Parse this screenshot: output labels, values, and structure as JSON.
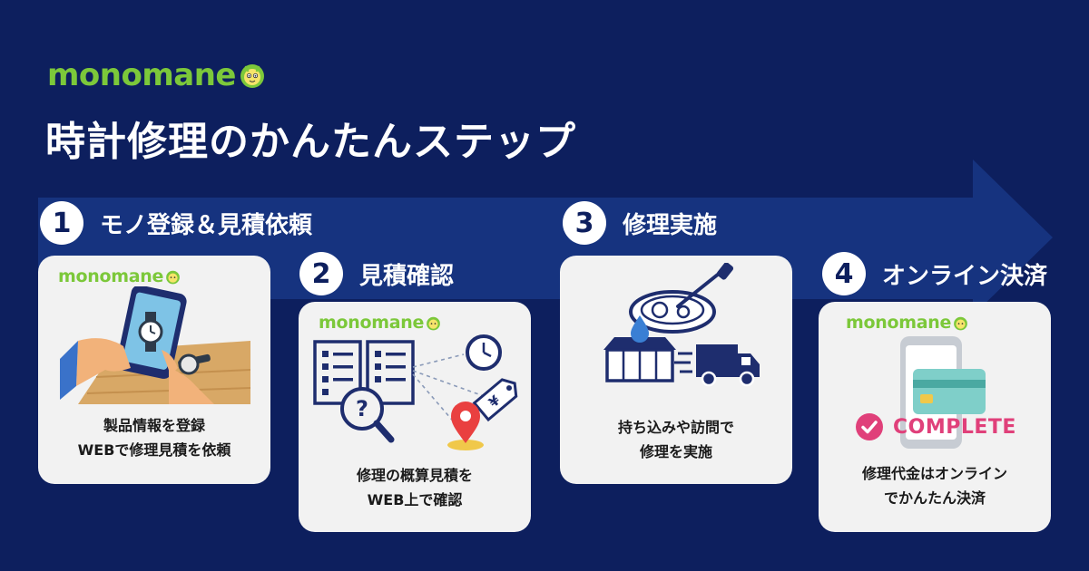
{
  "brand": {
    "name": "monomane",
    "color": "#7cc83a"
  },
  "page_title": "時計修理のかんたんステップ",
  "colors": {
    "background": "#0d1f5e",
    "arrow": "#16337f",
    "card": "#f2f2f2",
    "accent_pink": "#e0407a"
  },
  "steps": [
    {
      "number": "1",
      "title": "モノ登録＆見積依頼",
      "brand": "monomane",
      "icon": "phone-watch-photo-icon",
      "desc_line1": "製品情報を登録",
      "desc_line2": "WEBで修理見積を依頼"
    },
    {
      "number": "2",
      "title": "見積確認",
      "brand": "monomane",
      "icon": "estimate-search-icon",
      "desc_line1": "修理の概算見積を",
      "desc_line2": "WEB上で確認"
    },
    {
      "number": "3",
      "title": "修理実施",
      "icon": "watch-repair-shop-truck-icon",
      "desc_line1": "持ち込みや訪問で",
      "desc_line2": "修理を実施"
    },
    {
      "number": "4",
      "title": "オンライン決済",
      "brand": "monomane",
      "icon": "phone-credit-card-icon",
      "complete_label": "COMPLETE",
      "desc_line1": "修理代金はオンライン",
      "desc_line2": "でかんたん決済"
    }
  ]
}
